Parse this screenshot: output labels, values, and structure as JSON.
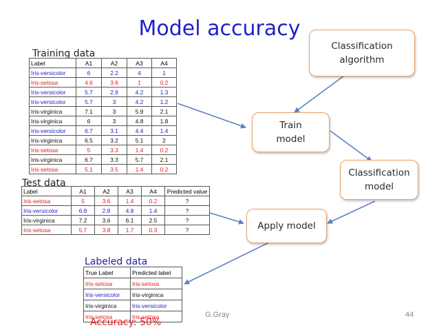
{
  "title": "Model accuracy",
  "sections": {
    "training": "Training data",
    "test": "Test data",
    "labeled": "Labeled data"
  },
  "boxes": {
    "classification_algorithm": "Classification\nalgorithm",
    "train_model": "Train\nmodel",
    "classification_model": "Classification\nmodel",
    "apply_model": "Apply model"
  },
  "training_table": {
    "headers": [
      "Label",
      "A1",
      "A2",
      "A3",
      "A4"
    ],
    "rows": [
      {
        "label": "Iris-versicolor",
        "color": "blue",
        "values": [
          "6",
          "2.2",
          "4",
          "1"
        ]
      },
      {
        "label": "Iris-setosa",
        "color": "red",
        "values": [
          "4.6",
          "3.6",
          "1",
          "0.2"
        ]
      },
      {
        "label": "Iris-versicolor",
        "color": "blue",
        "values": [
          "5.7",
          "2.9",
          "4.2",
          "1.3"
        ]
      },
      {
        "label": "Iris-versicolor",
        "color": "blue",
        "values": [
          "5.7",
          "3",
          "4.2",
          "1.2"
        ]
      },
      {
        "label": "Iris-virginica",
        "color": "black",
        "values": [
          "7.1",
          "3",
          "5.9",
          "2.1"
        ]
      },
      {
        "label": "Iris-virginica",
        "color": "black",
        "values": [
          "6",
          "3",
          "4.8",
          "1.8"
        ]
      },
      {
        "label": "Iris-versicolor",
        "color": "blue",
        "values": [
          "6.7",
          "3.1",
          "4.4",
          "1.4"
        ]
      },
      {
        "label": "Iris-virginica",
        "color": "black",
        "values": [
          "6.5",
          "3.2",
          "5.1",
          "2"
        ]
      },
      {
        "label": "Iris-setosa",
        "color": "red",
        "values": [
          "5",
          "3.3",
          "1.4",
          "0.2"
        ]
      },
      {
        "label": "Iris-virginica",
        "color": "black",
        "values": [
          "6.7",
          "3.3",
          "5.7",
          "2.1"
        ]
      },
      {
        "label": "Iris-setosa",
        "color": "red",
        "values": [
          "5.1",
          "3.5",
          "1.4",
          "0.2"
        ]
      }
    ]
  },
  "test_table": {
    "headers": [
      "Label",
      "A1",
      "A2",
      "A3",
      "A4",
      "Predicted value"
    ],
    "rows": [
      {
        "label": "Iris-setosa",
        "color": "red",
        "values": [
          "5",
          "3.6",
          "1.4",
          "0.2",
          "?"
        ]
      },
      {
        "label": "Iris-versicolor",
        "color": "blue",
        "values": [
          "6.8",
          "2.8",
          "4.8",
          "1.4",
          "?"
        ]
      },
      {
        "label": "Iris-virginica",
        "color": "black",
        "values": [
          "7.2",
          "3.6",
          "6.1",
          "2.5",
          "?"
        ]
      },
      {
        "label": "Iris-setosa",
        "color": "red",
        "values": [
          "5.7",
          "3.8",
          "1.7",
          "0.3",
          "?"
        ]
      }
    ]
  },
  "labeled_table": {
    "headers": [
      "True Label",
      "Predicted label"
    ],
    "rows": [
      {
        "true": "Iris-setosa",
        "true_color": "red",
        "pred": "Iris-setosa",
        "pred_color": "red"
      },
      {
        "true": "Iris-versicolor",
        "true_color": "blue",
        "pred": "Iris-virginica",
        "pred_color": "black"
      },
      {
        "true": "Iris-virginica",
        "true_color": "black",
        "pred": "Iris-versicolor",
        "pred_color": "blue"
      },
      {
        "true": "Iris-setosa",
        "true_color": "red",
        "pred": "Iris-setosa",
        "pred_color": "red"
      }
    ]
  },
  "accuracy": "Accuracy: 50%",
  "footer": {
    "author": "G.Gray",
    "page": "44"
  },
  "colors": {
    "title": "#1f1fc8",
    "box_border": "#e8a066",
    "arrow": "#5b7fc4",
    "blue": "#1f1fc8",
    "red": "#e02020"
  }
}
